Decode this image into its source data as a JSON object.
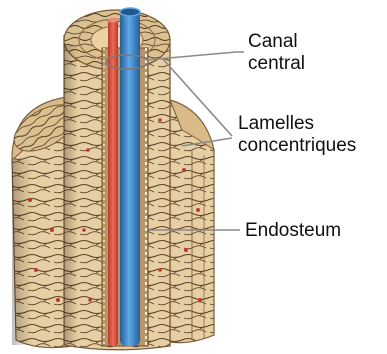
{
  "labels": {
    "canal_central": [
      "Canal",
      "central"
    ],
    "lamelles_concentriques": [
      "Lamelles",
      "concentriques"
    ],
    "endosteum": "Endosteum"
  },
  "colors": {
    "bone_light": "#e8d2a6",
    "bone_mid": "#d2b27e",
    "bone_dark": "#8a6a42",
    "fiber": "#4a3520",
    "artery": "#e0533f",
    "vein": "#3f86c6",
    "leader_line": "#8a8a8a",
    "capillary": "#c0392b"
  }
}
